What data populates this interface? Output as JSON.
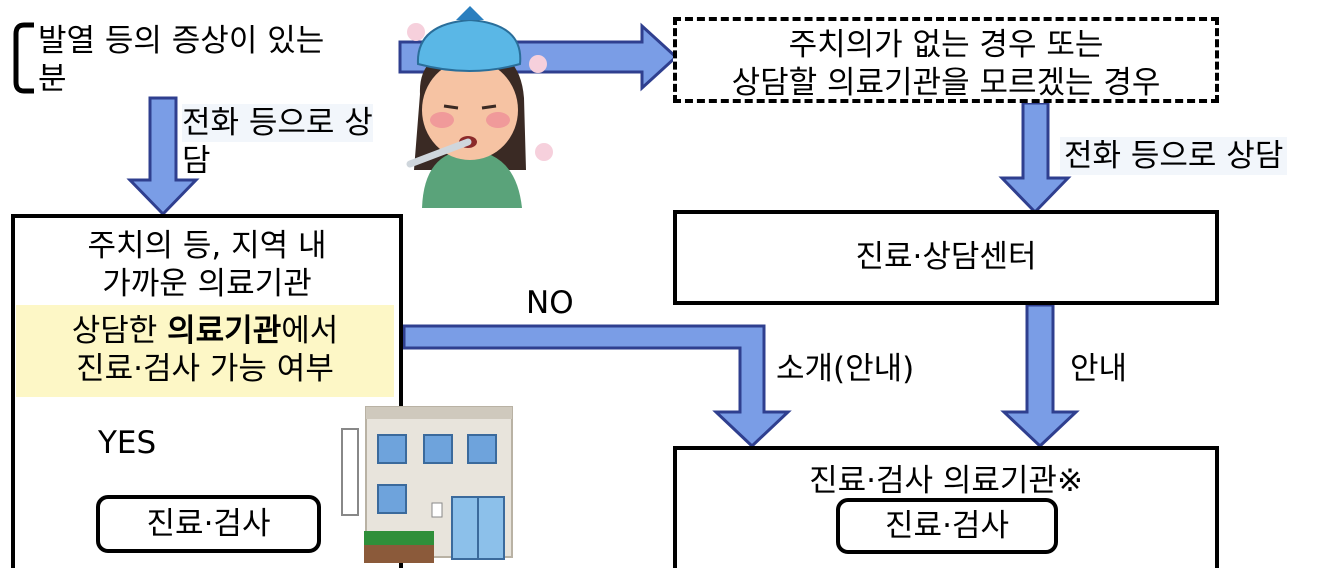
{
  "symptom": {
    "line1": "발열 등의 증상이 있는",
    "line2": "분"
  },
  "phone_left": {
    "line1": "전화 등으로 상",
    "line2": "담"
  },
  "no_doctor": {
    "line1": "주치의가 없는 경우 또는",
    "line2": "상담할 의료기관을 모르겠는 경우"
  },
  "phone_right": "전화 등으로 상담",
  "local_clinic": {
    "line1": "주치의 등, 지역 내",
    "line2": "가까운 의료기관"
  },
  "check": {
    "pre": "상담한 ",
    "bold": "의료기관",
    "post": "에서",
    "line2": "진료·검사 가능 여부"
  },
  "center_label": "진료·상담센터",
  "no_label": "NO",
  "yes_label": "YES",
  "referral_label": "소개(안내)",
  "guide_label": "안내",
  "exam_institution": "진료·검사 의료기관※",
  "exam_left": "진료·검사",
  "exam_right": "진료·검사",
  "colors": {
    "arrow_fill": "#7a9de6",
    "arrow_stroke": "#2f3f8f",
    "highlight": "#fdf7c6"
  }
}
